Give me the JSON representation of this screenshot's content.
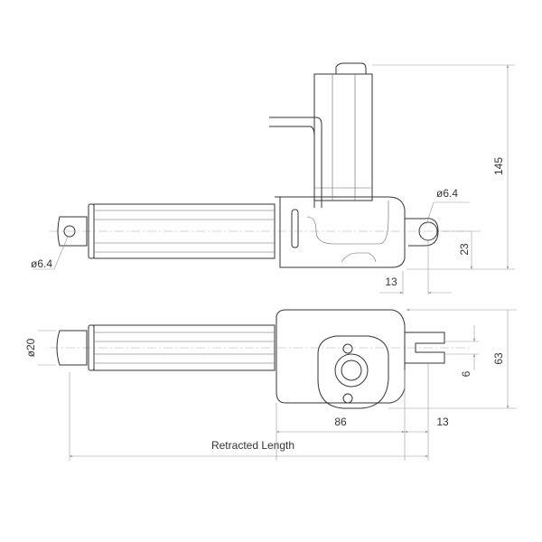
{
  "dimensions": {
    "top_eye_dia_left": "ø6.4",
    "top_eye_dia_right": "ø6.4",
    "height_total": "145",
    "eye_height": "23",
    "eye_offset_top": "13",
    "rod_dia": "ø20",
    "clevis_slot": "6",
    "width_total": "63",
    "housing_length": "86",
    "eye_offset_bottom": "13",
    "retracted_length": "Retracted Length"
  }
}
